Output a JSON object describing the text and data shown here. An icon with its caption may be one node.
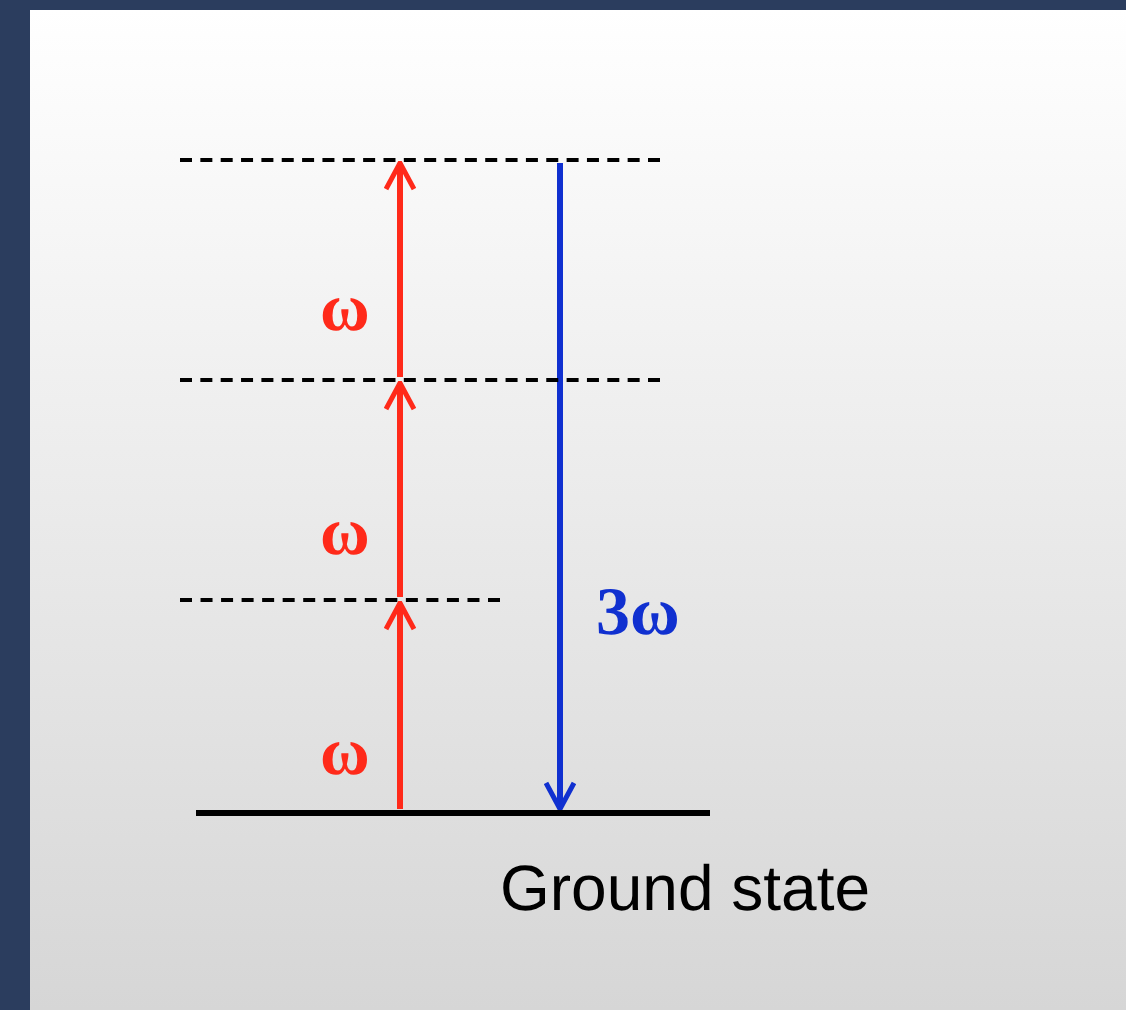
{
  "diagram": {
    "nodes": [
      {
        "text": [],
        "shape": "bar"
      },
      {
        "text": [],
        "shape": "bar"
      },
      {
        "text": [],
        "shape": "bar"
      },
      {
        "text": [],
        "shape": "bar",
        "beside": [
          "Ground state"
        ]
      }
    ],
    "edges": [
      {
        "from": 3,
        "to": 2,
        "arrow": "to",
        "label": "ω"
      },
      {
        "from": 2,
        "to": 1,
        "arrow": "to",
        "label": "ω"
      },
      {
        "from": 1,
        "to": 0,
        "arrow": "to",
        "label": "ω"
      },
      {
        "from": 0,
        "to": 3,
        "arrow": "to",
        "label": "3ω",
        "color": "#1030d0"
      }
    ]
  }
}
